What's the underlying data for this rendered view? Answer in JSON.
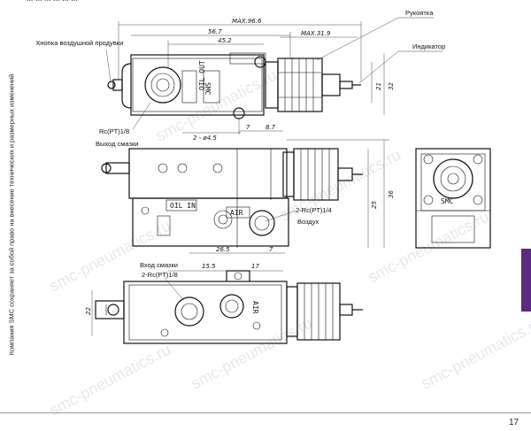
{
  "header_text": "... ... ... ... ... ...",
  "side_note": "Компания SMC сохраняет за собой право на внесение технических и размерных изменений",
  "page_number": "17",
  "colors": {
    "tab": "#5c2a82",
    "watermark": "#cfd6df",
    "line": "#111111"
  },
  "watermark_text": "smc-pneumatics.ru",
  "callouts": {
    "handle": "Рукоятка",
    "indicator": "Индикатор",
    "purge_button": "Кнопка воздушной продувки",
    "lube_port_thread": "Rc(PT)1/8",
    "lube_outlet": "Выход смазки",
    "lube_inlet": "Вход смазки",
    "inlet_thread": "2-Rc(PT)1/8",
    "air_port_thread": "2-Rc(PT)1/4",
    "air": "Воздух"
  },
  "body_markings": {
    "oil_out": "OIL OUT",
    "smc": "SMC",
    "oil_in": "OIL IN",
    "air": "AIR",
    "smc_small": "SMC"
  },
  "dimensions": {
    "max_overall": "MAX.96.6",
    "d_56_7": "56.7",
    "d_45_2": "45.2",
    "max_31_9": "MAX.31.9",
    "d_21": "21",
    "d_32": "32",
    "holes": "2 - ø4.5",
    "d_7": "7",
    "d_8_7": "8.7",
    "d_25": "25",
    "d_36": "36",
    "d_26_5": "26.5",
    "d_7b": "7",
    "d_15_5": "15.5",
    "d_17": "17",
    "d_22": "22"
  }
}
